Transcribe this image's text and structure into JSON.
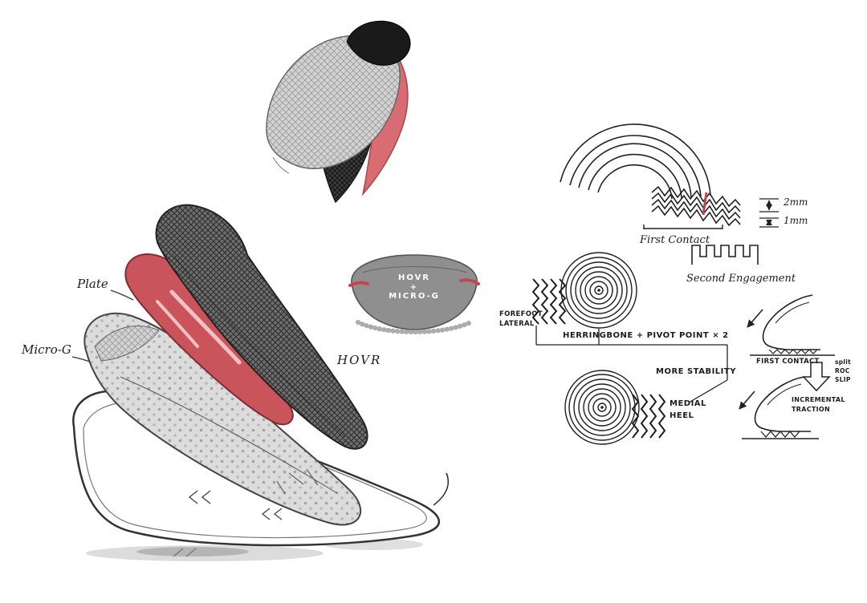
{
  "colors": {
    "ink": "#222222",
    "red_plate": "#c9545b",
    "red_upper": "#d96b72",
    "red_accent": "#c4454d",
    "counter_gray": "#8f8f8f"
  },
  "labels": {
    "plate": "Plate",
    "micro_g": "Micro-G",
    "hovr": "HOVR",
    "heel": {
      "line1": "HOVR",
      "line2": "+",
      "line3": "MICRO-G"
    },
    "first_contact_top": "First Contact",
    "dim_2mm": "2mm",
    "dim_1mm": "1mm",
    "second_engagement": "Second Engagement",
    "forefoot": {
      "line1": "FOREFOOT",
      "line2": "LATERAL"
    },
    "herringbone": "HERRINGBONE + PIVOT POINT × 2",
    "more_stability": "MORE STABILITY",
    "medial": {
      "line1": "MEDIAL",
      "line2": "HEEL"
    },
    "first_contact_right": "FIRST CONTACT",
    "split_stack": {
      "line1": "split",
      "line2": "ROC",
      "line3": "SLIP"
    },
    "incremental": {
      "line1": "INCREMENTAL",
      "line2": "TRACTION"
    }
  }
}
